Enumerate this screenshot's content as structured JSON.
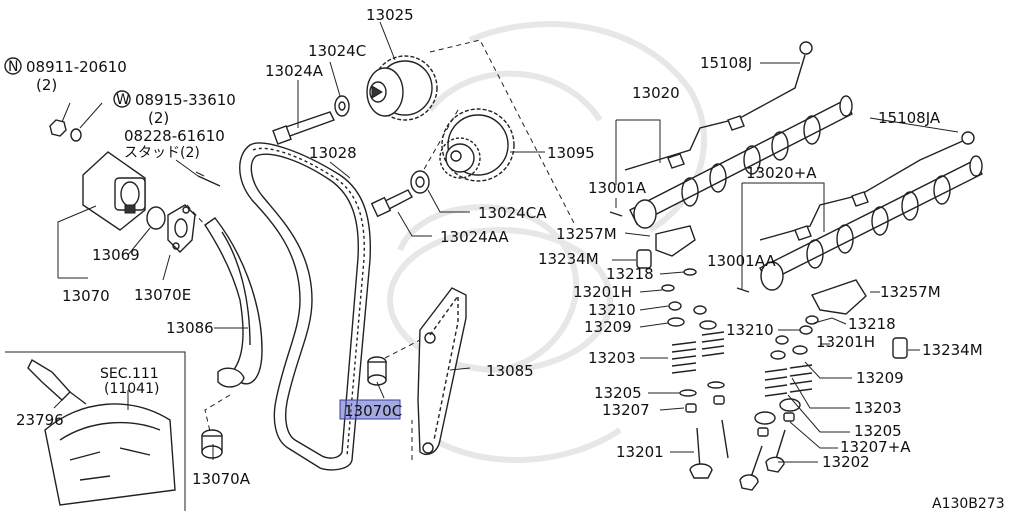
{
  "labels": {
    "p13025": "13025",
    "p13024C": "13024C",
    "p13024A": "13024A",
    "p13028": "13028",
    "p13095": "13095",
    "p13024CA": "13024CA",
    "p13024AA": "13024AA",
    "p13257M_a": "13257M",
    "p13234M_a": "13234M",
    "p13218_a": "13218",
    "p13201H_a": "13201H",
    "p13210_a": "13210",
    "p13209_a": "13209",
    "p13203_a": "13203",
    "p13205_a": "13205",
    "p13207": "13207",
    "p13201": "13201",
    "p13020": "13020",
    "p13001A": "13001A",
    "p15108J": "15108J",
    "p15108JA": "15108JA",
    "p13020A": "13020+A",
    "p13001AA": "13001AA",
    "p13257M_b": "13257M",
    "p13218_b": "13218",
    "p13210_b": "13210",
    "p13201H_b": "13201H",
    "p13234M_b": "13234M",
    "p13209_b": "13209",
    "p13203_b": "13203",
    "p13205_b": "13205",
    "p13207A": "13207+A",
    "p13202": "13202",
    "p13085": "13085",
    "p13070C": "13070C",
    "p13086": "13086",
    "p13070A": "13070A",
    "p13069": "13069",
    "p13070": "13070",
    "p13070E": "13070E",
    "p08911": "08911-20610",
    "p08911_qty": "(2)",
    "p08911_prefix": "N",
    "p08915": "08915-33610",
    "p08915_qty": "(2)",
    "p08915_prefix": "W",
    "p08228": "08228-61610",
    "p08228_sub": "スタッド(2)",
    "sec_title": "SEC.111",
    "sec_sub": "(11041)",
    "p23796": "23796",
    "figure_code": "A130B273"
  },
  "colors": {
    "line": "#222222",
    "highlight": "#5b63c9",
    "watermark": "#e7e7e7"
  },
  "highlighted_part": "13070C"
}
